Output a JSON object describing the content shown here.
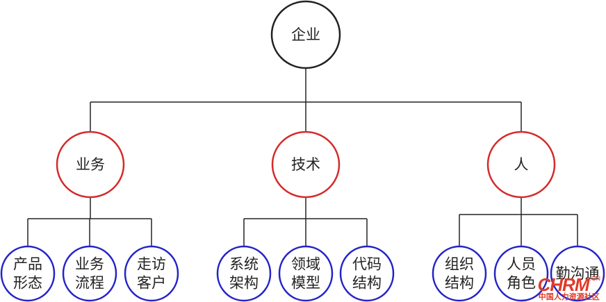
{
  "diagram": {
    "root": {
      "label": "企业",
      "color": "#222222"
    },
    "branches": [
      {
        "label": "业务",
        "color": "#d42a2a",
        "children": [
          {
            "label": "产品\n形态"
          },
          {
            "label": "业务\n流程"
          },
          {
            "label": "走访\n客户"
          }
        ]
      },
      {
        "label": "技术",
        "color": "#d42a2a",
        "children": [
          {
            "label": "系统\n架构"
          },
          {
            "label": "领域\n模型"
          },
          {
            "label": "代码\n结构"
          }
        ]
      },
      {
        "label": "人",
        "color": "#d42a2a",
        "children": [
          {
            "label": "组织\n结构"
          },
          {
            "label": "人员\n角色"
          },
          {
            "label": "勤沟通"
          }
        ]
      }
    ],
    "leaf_color": "#2323c8",
    "line_color": "#222222"
  },
  "watermark": {
    "logo": "CHRM",
    "suffix": ".CN",
    "subtitle": "中国人力资源社区"
  }
}
